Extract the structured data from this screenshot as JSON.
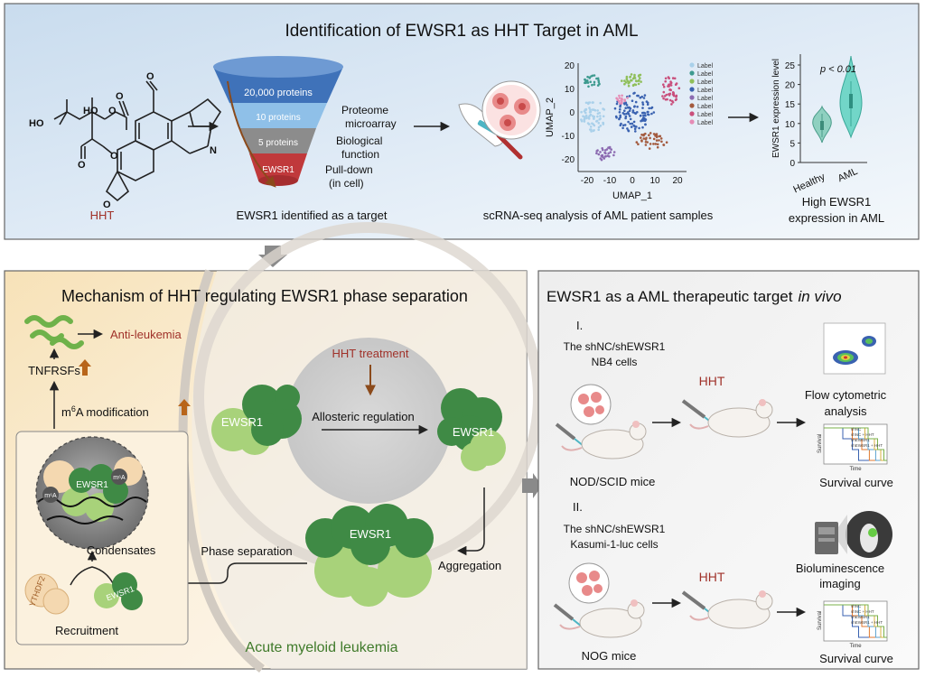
{
  "top": {
    "title": "Identification of EWSR1 as HHT Target in AML",
    "hht_label": "HHT",
    "funnel": {
      "levels": [
        "20,000 proteins",
        "10 proteins",
        "5 proteins",
        "EWSR1"
      ],
      "steps": [
        "Proteome",
        "microarray",
        "Biological",
        "function",
        "Pull-down",
        "(in cell)"
      ],
      "caption": "EWSR1 identified as a target"
    },
    "umap": {
      "caption": "scRNA-seq analysis of AML patient samples",
      "xlabel": "UMAP_1",
      "ylabel": "UMAP_2",
      "xticks": [
        "-20",
        "-10",
        "0",
        "10",
        "20"
      ],
      "yticks": [
        "20",
        "10",
        "0",
        "-10",
        "-20"
      ],
      "legend": [
        "Label",
        "Label",
        "Label",
        "Label",
        "Label",
        "Label",
        "Label",
        "Label"
      ],
      "legend_colors": [
        "#a9d0ea",
        "#3d9a8f",
        "#8fbf5a",
        "#3a62b0",
        "#8c6bb1",
        "#a35a3e",
        "#c94f7c",
        "#e58cb6"
      ]
    },
    "violin": {
      "ylabel": "EWSR1 expression level",
      "pvalue": "p < 0.01",
      "categories": [
        "Healthy",
        "AML"
      ],
      "yticks": [
        "25",
        "20",
        "15",
        "10",
        "5",
        "0"
      ],
      "caption_1": "High  EWSR1",
      "caption_2": "expression in AML"
    }
  },
  "mechanism": {
    "title": "Mechanism of HHT regulating EWSR1 phase separation",
    "anti_leukemia": "Anti-leukemia",
    "tnfrsfs": "TNFRSFs",
    "m6a_mod_prefix": "m",
    "m6a_mod_sup": "6",
    "m6a_mod_suffix": "A modification",
    "hht_treatment": "HHT treatment",
    "allosteric": "Allosteric regulation",
    "ewsr1": "EWSR1",
    "m6a_mark": "m⁶A",
    "condensates": "Condensates",
    "phase_separation": "Phase separation",
    "aggregation": "Aggregation",
    "ythdf2": "YTHDF2",
    "recruitment": "Recruitment",
    "aml": "Acute myeloid leukemia"
  },
  "invivo": {
    "title": "EWSR1 as a AML therapeutic target",
    "title_italic": "in vivo",
    "part1": {
      "numeral": "I.",
      "cells_1": "The shNC/shEWSR1",
      "cells_2": "NB4 cells",
      "hht": "HHT",
      "mice": "NOD/SCID mice",
      "readout_1": "Flow cytometric",
      "readout_2": "analysis",
      "survival": "Survival curve"
    },
    "part2": {
      "numeral": "II.",
      "cells_1": "The shNC/shEWSR1",
      "cells_2": "Kasumi-1-luc cells",
      "hht": "HHT",
      "mice": "NOG mice",
      "readout_1": "Bioluminescence",
      "readout_2": "imaging",
      "survival": "Survival curve"
    },
    "km_axis_y": "Survival",
    "km_axis_x": "Time",
    "km_legend": [
      "shNC",
      "shNC + HHT",
      "shEWSR1",
      "shEWSR1 + HHT"
    ]
  }
}
